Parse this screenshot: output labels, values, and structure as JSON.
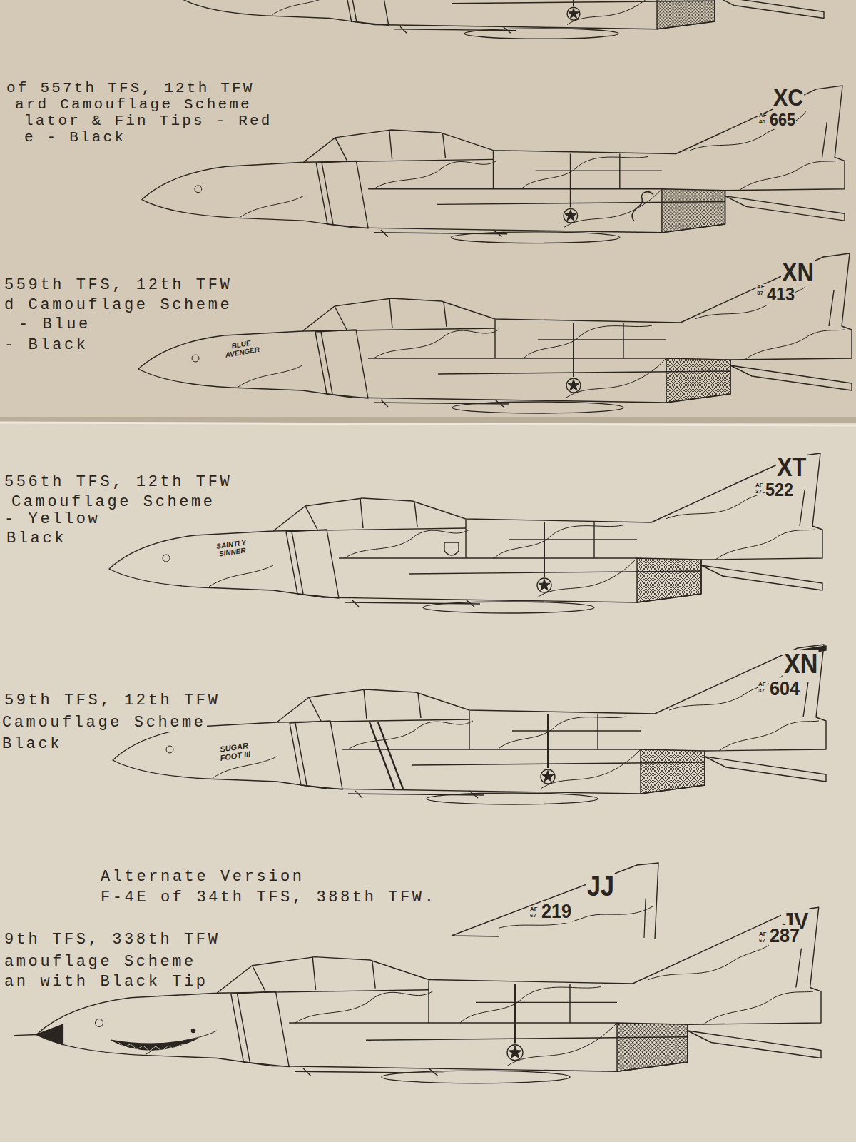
{
  "diagram": {
    "labels": [
      "of 557th TFS, 12th TFW",
      "ard Camouflage Scheme",
      "lator & Fin Tips - Red",
      "e - Black",
      "XC",
      "AF",
      "40",
      "665",
      "559th TFS, 12th TFW",
      "d Camouflage Scheme",
      "- Blue",
      "- Black",
      "BLUE AVENGER",
      "XN",
      "AF",
      "37",
      "413",
      "556th TFS, 12th TFW",
      "Camouflage Scheme",
      "- Yellow",
      "Black",
      "SAINTLY SINNER",
      "XT",
      "AF",
      "37",
      "522",
      "59th TFS, 12th TFW",
      "Camouflage Scheme",
      "Black",
      "SUGAR FOOT III",
      "XN",
      "AF",
      "37",
      "604",
      "Alternate Version",
      "F-4E of 34th TFS, 388th TFW.",
      "JJ",
      "AF",
      "67",
      "219",
      "9th TFS, 338th TFW",
      "amouflage Scheme",
      "an with Black Tip",
      "JV",
      "AF",
      "67",
      "287"
    ]
  }
}
